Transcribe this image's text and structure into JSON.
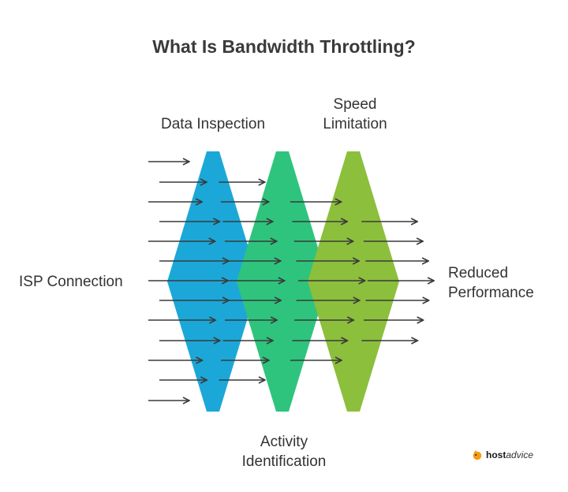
{
  "title": "What Is Bandwidth Throttling?",
  "labels": {
    "input": "ISP Connection",
    "stage1": "Data Inspection",
    "stage2_line1": "Activity",
    "stage2_line2": "Identification",
    "stage3_line1": "Speed",
    "stage3_line2": "Limitation",
    "output_line1": "Reduced",
    "output_line2": "Performance"
  },
  "colors": {
    "stage1": "#1ba8d8",
    "stage2": "#2ec47d",
    "stage3": "#8cbf3c",
    "arrow": "#3a3a3a",
    "logo_accent": "#f39c12"
  },
  "logo": {
    "brand_bold": "host",
    "brand_italic": "advice"
  }
}
